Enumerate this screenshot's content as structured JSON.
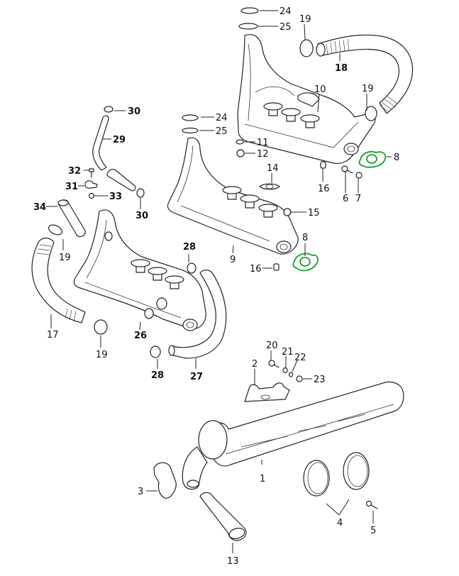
{
  "diagram": {
    "type": "exploded-parts-diagram",
    "highlight_color": "#1a9e2a",
    "line_color": "#222222",
    "callouts": {
      "c1": "1",
      "c2": "2",
      "c3": "3",
      "c4": "4",
      "c5": "5",
      "c6": "6",
      "c7": "7",
      "c8a": "8",
      "c8b": "8",
      "c9": "9",
      "c10": "10",
      "c11": "11",
      "c12": "12",
      "c13": "13",
      "c14": "14",
      "c15": "15",
      "c16a": "16",
      "c16b": "16",
      "c17": "17",
      "c18": "18",
      "c19a": "19",
      "c19b": "19",
      "c19c": "19",
      "c19d": "19",
      "c20": "20",
      "c21": "21",
      "c22": "22",
      "c23": "23",
      "c24a": "24",
      "c24b": "24",
      "c25a": "25",
      "c25b": "25",
      "c26": "26",
      "c27": "27",
      "c28a": "28",
      "c28b": "28",
      "c29": "29",
      "c30a": "30",
      "c30b": "30",
      "c31": "31",
      "c32": "32",
      "c33": "33",
      "c34": "34"
    },
    "highlighted_parts": [
      "8"
    ]
  }
}
